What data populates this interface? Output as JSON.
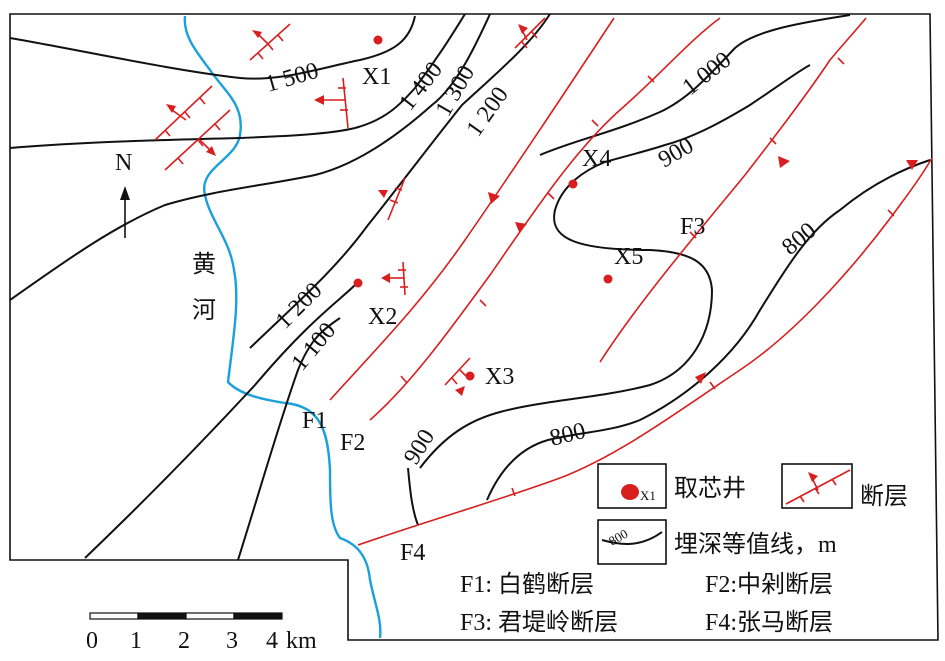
{
  "north_label": "N",
  "river_label_1": "黄",
  "river_label_2": "河",
  "contour_labels": [
    "1 500",
    "1 400",
    "1 300",
    "1 200",
    "1 200",
    "1 100",
    "1 000",
    "900",
    "900",
    "800",
    "800"
  ],
  "well_labels": [
    "X1",
    "X2",
    "X3",
    "X4",
    "X5"
  ],
  "fault_labels": [
    "F1",
    "F2",
    "F3",
    "F4"
  ],
  "legend": {
    "well_sample_label": "X1",
    "well_text": "取芯井",
    "fault_text": "断层",
    "contour_sample_label": "800",
    "contour_text": "埋深等值线，m",
    "fault_names": [
      "F1: 白鹤断层",
      "F2:中剁断层",
      "F3: 君堤岭断层",
      "F4:张马断层"
    ]
  },
  "scale_bar": {
    "ticks": [
      "0",
      "1",
      "2",
      "3",
      "4"
    ],
    "unit": "km"
  },
  "colors": {
    "fault": "#d81e1e",
    "river": "#1aa0dc",
    "contour": "#111111",
    "well": "#d81e1e"
  }
}
